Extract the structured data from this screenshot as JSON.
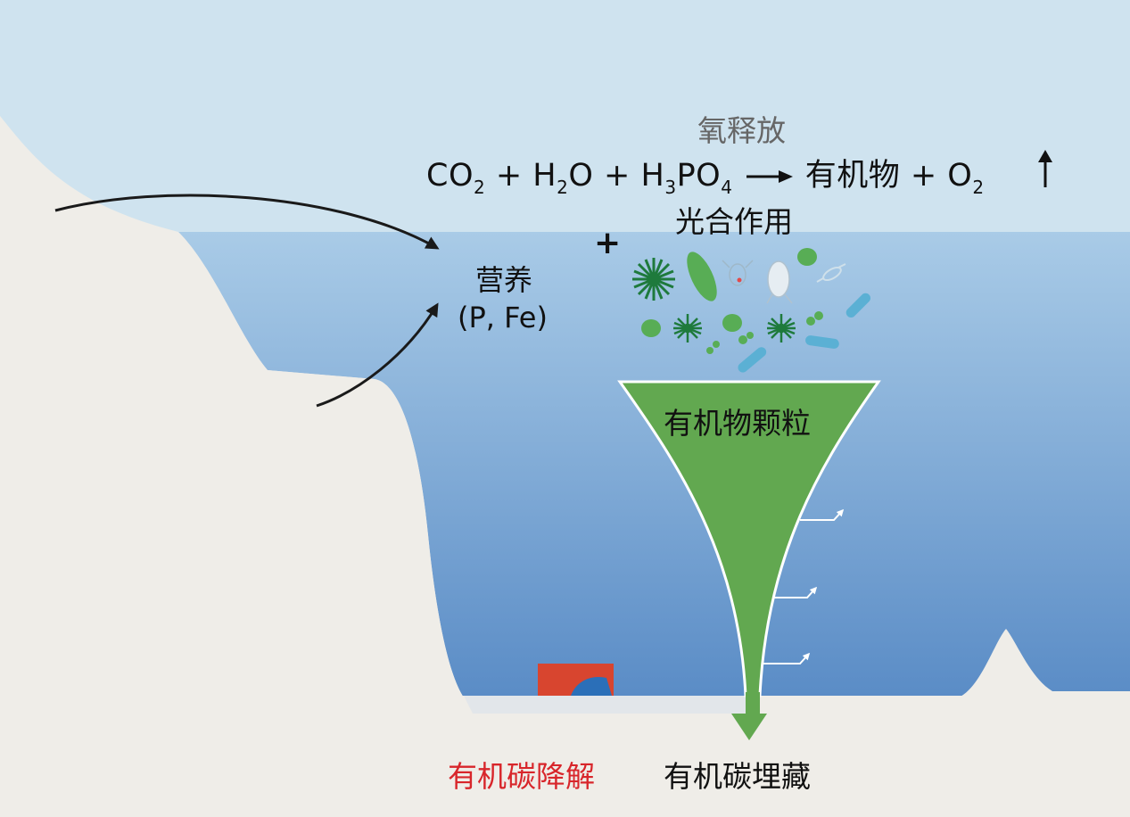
{
  "labels": {
    "oxygen_release": "氧释放",
    "photosynthesis": "光合作用",
    "nutrients": "营养",
    "nutrients_elements": "(P, Fe)",
    "plus": "+",
    "organic_particles": "有机物颗粒",
    "carbon_degradation": "有机碳降解",
    "carbon_burial": "有机碳埋藏"
  },
  "equation": {
    "co": "CO",
    "co_sub": "2",
    "plus1": " + H",
    "h2_sub": "2",
    "o": "O + H",
    "h3_sub": "3",
    "po": "PO",
    "po4_sub": "4",
    "products": "有机物 + O",
    "o2_sub": "2"
  },
  "colors": {
    "sky": "#cfe3ef",
    "water_top": "#a7c9e6",
    "water_bottom": "#5e8fc8",
    "land": "#efede8",
    "funnel": "#62a850",
    "plankton_dark": "#1e7a3c",
    "plankton_light": "#58ad55",
    "bacteria": "#5bb0d4",
    "degradation_red": "#d8262b"
  },
  "icons": [
    "nutrient-arrow-icon",
    "funnel-icon",
    "plankton-icon",
    "bacteria-icon",
    "sediment-box-icon",
    "up-arrow-icon"
  ]
}
